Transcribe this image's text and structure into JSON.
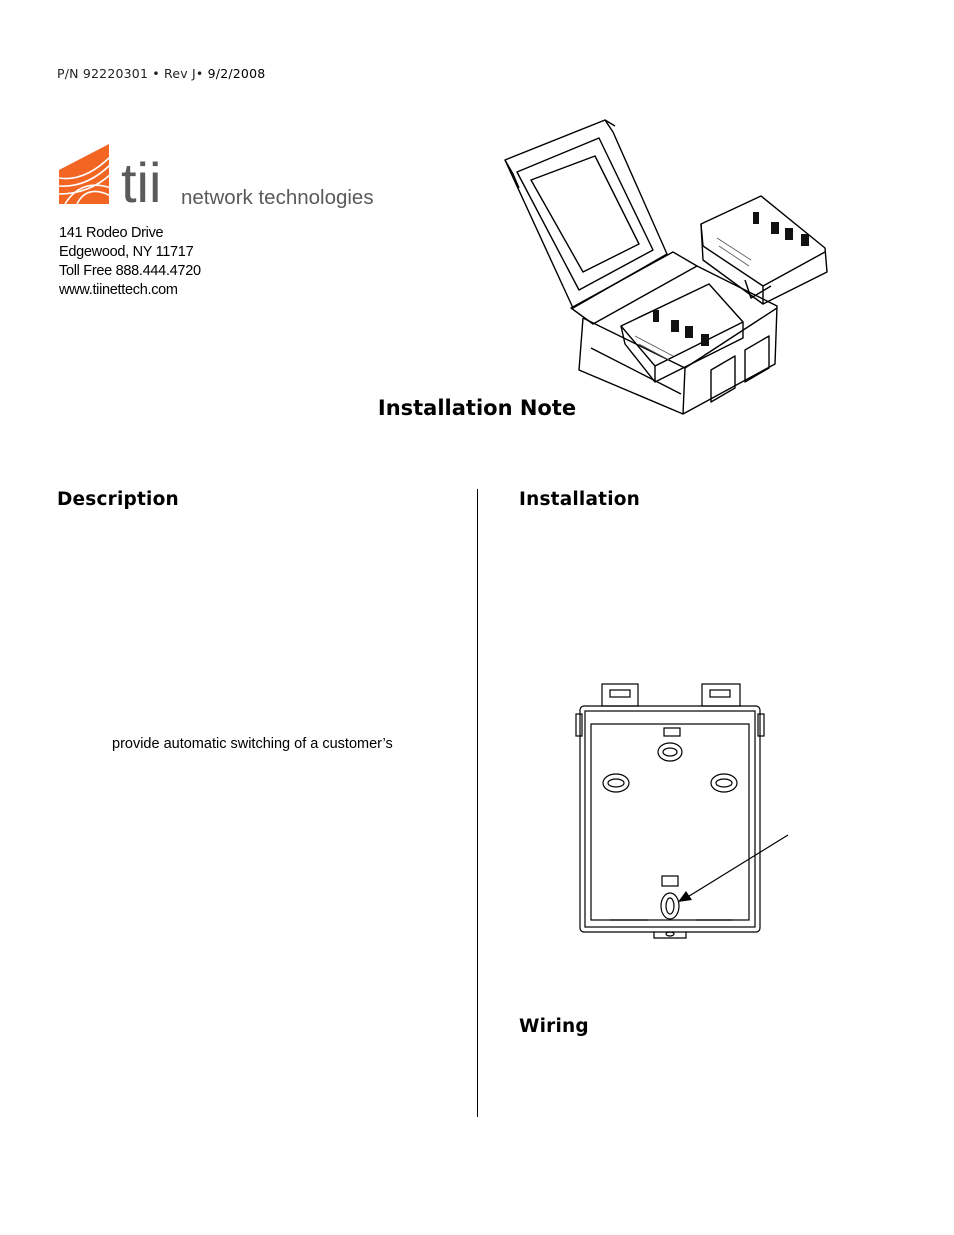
{
  "header": {
    "part_number": "P/N 92220301 • Rev J• ",
    "date": "9/2/2008"
  },
  "company": {
    "logo_mark": "tii",
    "logo_text": "network technologies",
    "address_line1": "141 Rodeo Drive",
    "address_line2": "Edgewood, NY 11717",
    "phone": "Toll Free 888.444.4720",
    "website": "www.tiinettech.com",
    "brand_color": "#f26522"
  },
  "document": {
    "title": "Installation Note"
  },
  "sections": {
    "description": {
      "heading": "Description",
      "text_fragment": "provide automatic switching of a customer’s"
    },
    "installation": {
      "heading": "Installation"
    },
    "wiring": {
      "heading": "Wiring"
    }
  },
  "illustrations": {
    "product": "open-enclosure-with-modules-illustration",
    "mounting": "enclosure-back-mounting-holes-diagram"
  }
}
